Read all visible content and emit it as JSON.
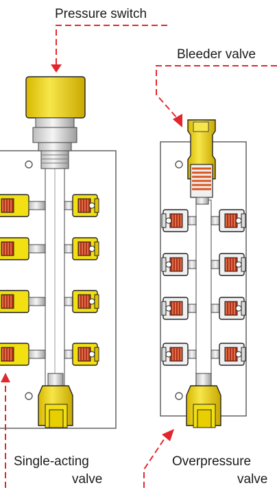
{
  "labels": {
    "pressure_switch": "Pressure switch",
    "bleeder_valve": "Bleeder valve",
    "single_acting_line1": "Single-acting",
    "single_acting_line2": "valve",
    "overpressure_line1": "Overpressure",
    "overpressure_line2": "valve"
  },
  "colors": {
    "callout_red": "#e3262b",
    "yellow": "#f3e012",
    "yellow_dark": "#c9a800",
    "spring": "#d9541e",
    "plate_stroke": "#555555",
    "metal": "#e6e6e6"
  },
  "manifolds": [
    {
      "id": "left",
      "top_fitting": "pressure-switch",
      "outlets_per_side": 4,
      "valve_color": "yellow"
    },
    {
      "id": "right",
      "top_fitting": "bleeder-valve",
      "outlets_per_side": 4,
      "valve_color": "white"
    }
  ]
}
